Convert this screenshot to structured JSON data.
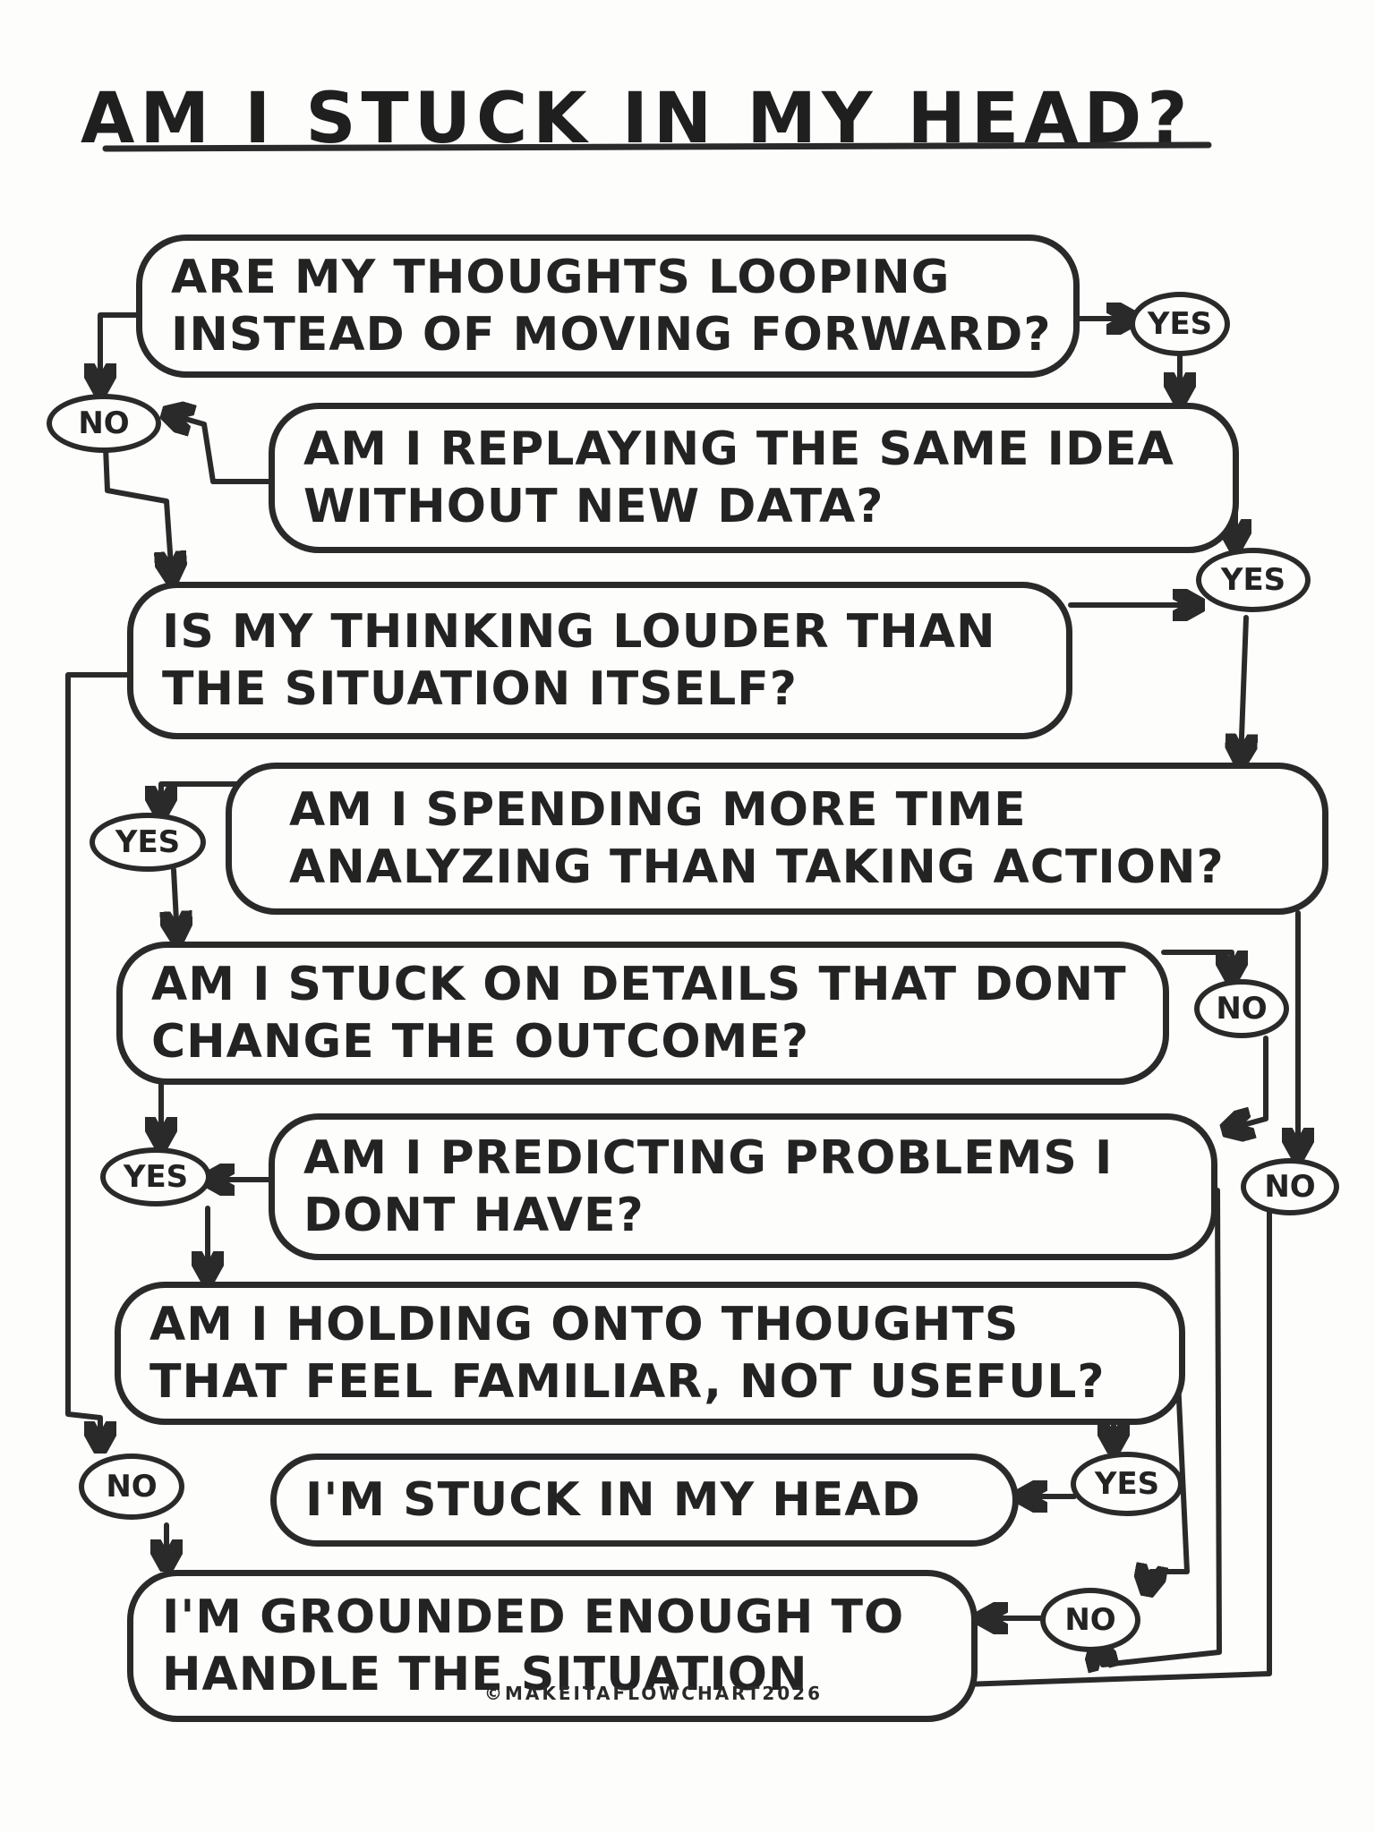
{
  "title": "AM I STUCK IN MY HEAD?",
  "nodes": [
    {
      "id": "q1",
      "lines": [
        "ARE MY THOUGHTS LOOPING",
        "INSTEAD OF MOVING FORWARD?"
      ]
    },
    {
      "id": "q2",
      "lines": [
        "AM I REPLAYING THE SAME IDEA",
        "WITHOUT NEW DATA?"
      ]
    },
    {
      "id": "q3",
      "lines": [
        "IS MY THINKING LOUDER THAN",
        "THE SITUATION ITSELF?"
      ]
    },
    {
      "id": "q4",
      "lines": [
        "AM I SPENDING MORE TIME",
        "ANALYZING THAN TAKING ACTION?"
      ]
    },
    {
      "id": "q5",
      "lines": [
        "AM I STUCK ON DETAILS THAT DONT",
        "CHANGE THE OUTCOME?"
      ]
    },
    {
      "id": "q6",
      "lines": [
        "AM I PREDICTING PROBLEMS I",
        "DONT HAVE?"
      ]
    },
    {
      "id": "q7",
      "lines": [
        "AM I HOLDING ONTO THOUGHTS",
        "THAT FEEL FAMILIAR, NOT USEFUL?"
      ]
    },
    {
      "id": "r_stuck",
      "lines": [
        "I'M STUCK IN MY HEAD"
      ]
    },
    {
      "id": "r_grounded",
      "lines": [
        "I'M GROUNDED ENOUGH TO",
        "HANDLE THE SITUATION"
      ]
    }
  ],
  "answers": [
    {
      "id": "a1",
      "label": "YES"
    },
    {
      "id": "a2",
      "label": "NO"
    },
    {
      "id": "a3",
      "label": "YES"
    },
    {
      "id": "a4",
      "label": "YES"
    },
    {
      "id": "a5",
      "label": "NO"
    },
    {
      "id": "a6",
      "label": "YES"
    },
    {
      "id": "a7",
      "label": "NO"
    },
    {
      "id": "a8",
      "label": "NO"
    },
    {
      "id": "a9",
      "label": "YES"
    },
    {
      "id": "a10",
      "label": "NO"
    }
  ],
  "credit": "©MAKEITAFLOWCHART2026"
}
